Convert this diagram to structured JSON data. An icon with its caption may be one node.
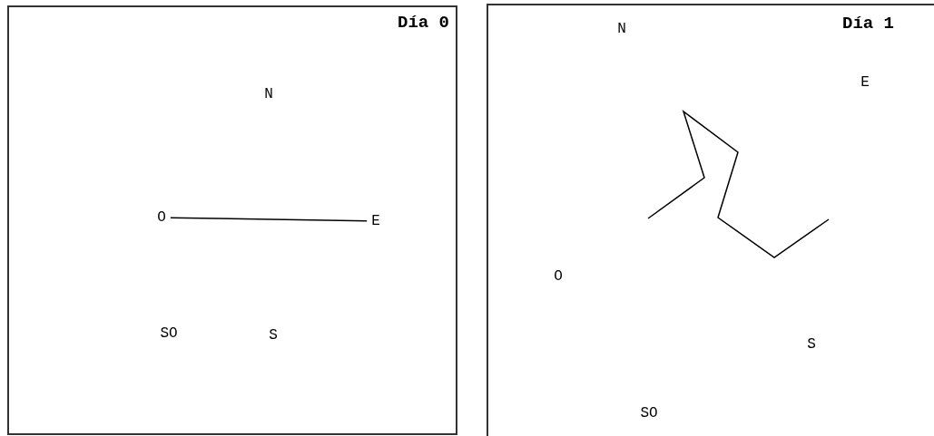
{
  "diagram": {
    "nodes": [
      {
        "text": [
          "Día 0"
        ]
      },
      {
        "text": [
          "N"
        ],
        "in": 0
      },
      {
        "text": [
          "O"
        ],
        "in": 0
      },
      {
        "text": [
          "E"
        ],
        "in": 0
      },
      {
        "text": [
          "SO"
        ],
        "in": 0
      },
      {
        "text": [
          "S"
        ],
        "in": 0
      },
      {
        "text": [
          "Día 1"
        ]
      },
      {
        "text": [
          "N"
        ],
        "in": 6
      },
      {
        "text": [
          "E"
        ],
        "in": 6
      },
      {
        "text": [
          "O"
        ],
        "in": 6
      },
      {
        "text": [
          "S"
        ],
        "in": 6
      },
      {
        "text": [
          "SO"
        ],
        "in": 6
      }
    ],
    "edges": [
      {
        "from": 2,
        "to": 3,
        "arrow": "none"
      }
    ]
  }
}
